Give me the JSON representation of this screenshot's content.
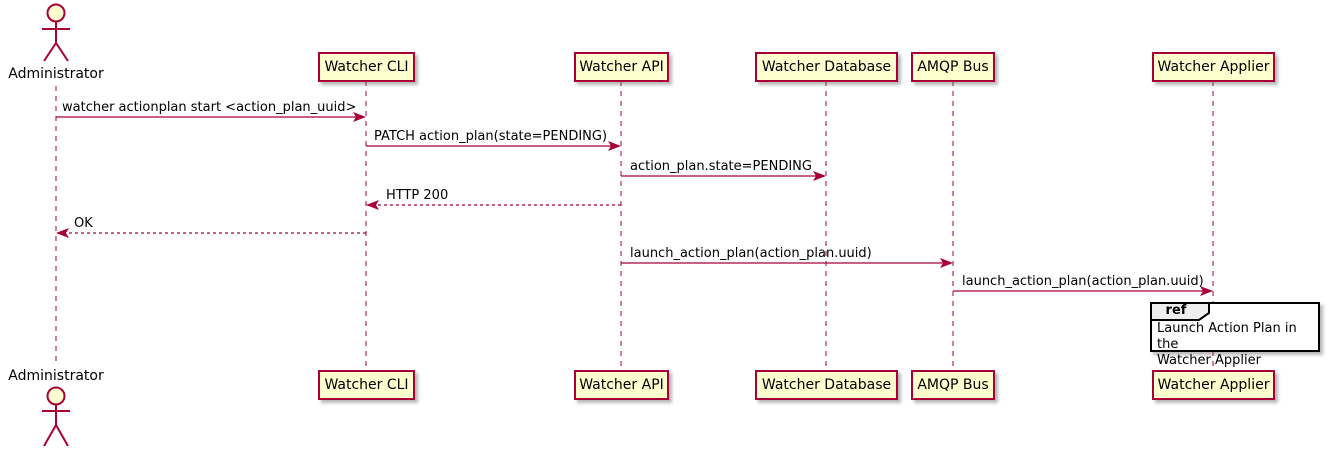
{
  "diagram": {
    "type": "uml-sequence",
    "colors": {
      "accent": "#A80036",
      "participant_fill": "#FEFECE",
      "ref_tab_fill": "#EEEEEE",
      "text": "#000000",
      "background": "#FFFFFF"
    },
    "actor": {
      "name": "Administrator"
    },
    "participants": [
      {
        "name": "Watcher CLI"
      },
      {
        "name": "Watcher API"
      },
      {
        "name": "Watcher Database"
      },
      {
        "name": "AMQP Bus"
      },
      {
        "name": "Watcher Applier"
      }
    ],
    "messages": [
      {
        "from": "Administrator",
        "to": "Watcher CLI",
        "label": "watcher actionplan start <action_plan_uuid>",
        "line": "solid"
      },
      {
        "from": "Watcher CLI",
        "to": "Watcher API",
        "label": "PATCH action_plan(state=PENDING)",
        "line": "solid"
      },
      {
        "from": "Watcher API",
        "to": "Watcher Database",
        "label": "action_plan.state=PENDING",
        "line": "solid"
      },
      {
        "from": "Watcher API",
        "to": "Watcher CLI",
        "label": "HTTP 200",
        "line": "dashed"
      },
      {
        "from": "Watcher CLI",
        "to": "Administrator",
        "label": "OK",
        "line": "dashed"
      },
      {
        "from": "Watcher API",
        "to": "AMQP Bus",
        "label": "launch_action_plan(action_plan.uuid)",
        "line": "solid"
      },
      {
        "from": "AMQP Bus",
        "to": "Watcher Applier",
        "label": "launch_action_plan(action_plan.uuid)",
        "line": "solid"
      }
    ],
    "ref_fragment": {
      "keyword": "ref",
      "text": "Launch Action Plan in the\nWatcher Applier",
      "over": "Watcher Applier"
    }
  }
}
